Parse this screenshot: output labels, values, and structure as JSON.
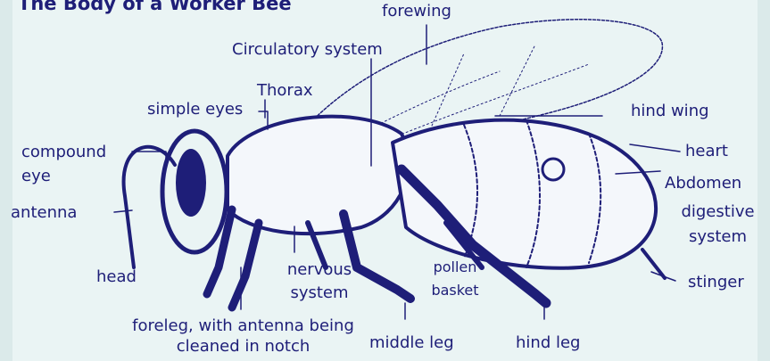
{
  "title": "The Body of a Worker Bee",
  "labels": {
    "forewing": "forewing",
    "circulatory_system": "Circulatory system",
    "thorax": "Thorax",
    "simple_eyes": "simple eyes",
    "compound_eye_1": "compound",
    "compound_eye_2": "eye",
    "antenna": "antenna",
    "head": "head",
    "nervous_system_1": "nervous",
    "nervous_system_2": "system",
    "pollen_basket_1": "pollen",
    "pollen_basket_2": "basket",
    "foreleg_1": "foreleg, with antenna being",
    "foreleg_2": "cleaned in notch",
    "middle_leg": "middle leg",
    "hind_leg": "hind leg",
    "hind_wing": "hind wing",
    "heart": "heart",
    "abdomen": "Abdomen",
    "digestive_system_1": "digestive",
    "digestive_system_2": "system",
    "stinger": "stinger"
  },
  "colors": {
    "ink": "#1e1e78",
    "background": "#eaf4f4",
    "body_fill": "#f4f7fb"
  }
}
